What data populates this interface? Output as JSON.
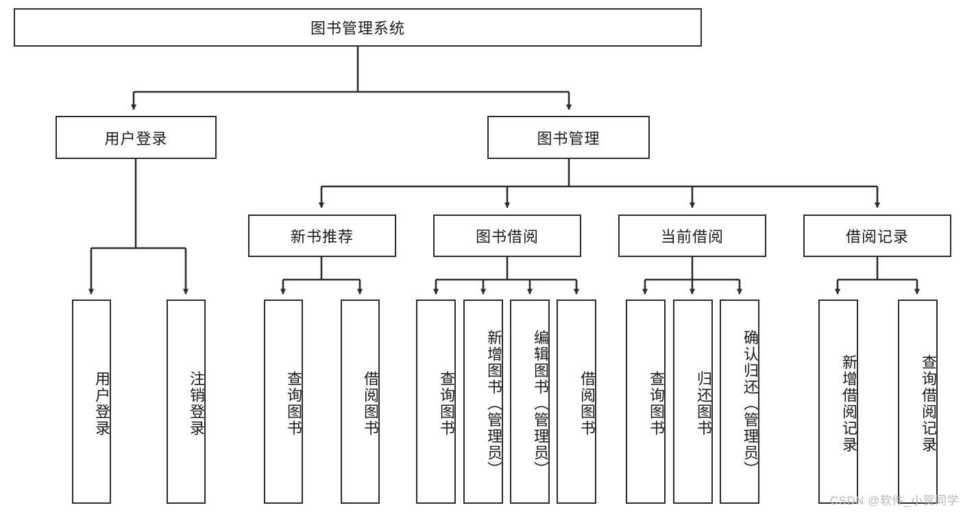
{
  "diagram": {
    "type": "tree",
    "title": "图书管理系统",
    "stroke_color": "#2b2b2b",
    "background_color": "#ffffff",
    "nodes": {
      "root": {
        "label": "图书管理系统"
      },
      "level1": [
        {
          "label": "用户登录"
        },
        {
          "label": "图书管理"
        }
      ],
      "level2": [
        {
          "label": "新书推荐"
        },
        {
          "label": "图书借阅"
        },
        {
          "label": "当前借阅"
        },
        {
          "label": "借阅记录"
        }
      ],
      "leaves_user_login": [
        {
          "label": "用户登录"
        },
        {
          "label": "注销登录"
        }
      ],
      "leaves_new_book": [
        {
          "label": "查询图书"
        },
        {
          "label": "借阅图书"
        }
      ],
      "leaves_borrow": [
        {
          "label": "查询图书"
        },
        {
          "label": "新增图书（管理员）"
        },
        {
          "label": "编辑图书（管理员）"
        },
        {
          "label": "借阅图书"
        }
      ],
      "leaves_current": [
        {
          "label": "查询图书"
        },
        {
          "label": "归还图书"
        },
        {
          "label": "确认归还（管理员）"
        }
      ],
      "leaves_records": [
        {
          "label": "新增借阅记录"
        },
        {
          "label": "查询借阅记录"
        }
      ]
    }
  },
  "watermark": {
    "text": "CSDN @软件_小贺同学"
  }
}
